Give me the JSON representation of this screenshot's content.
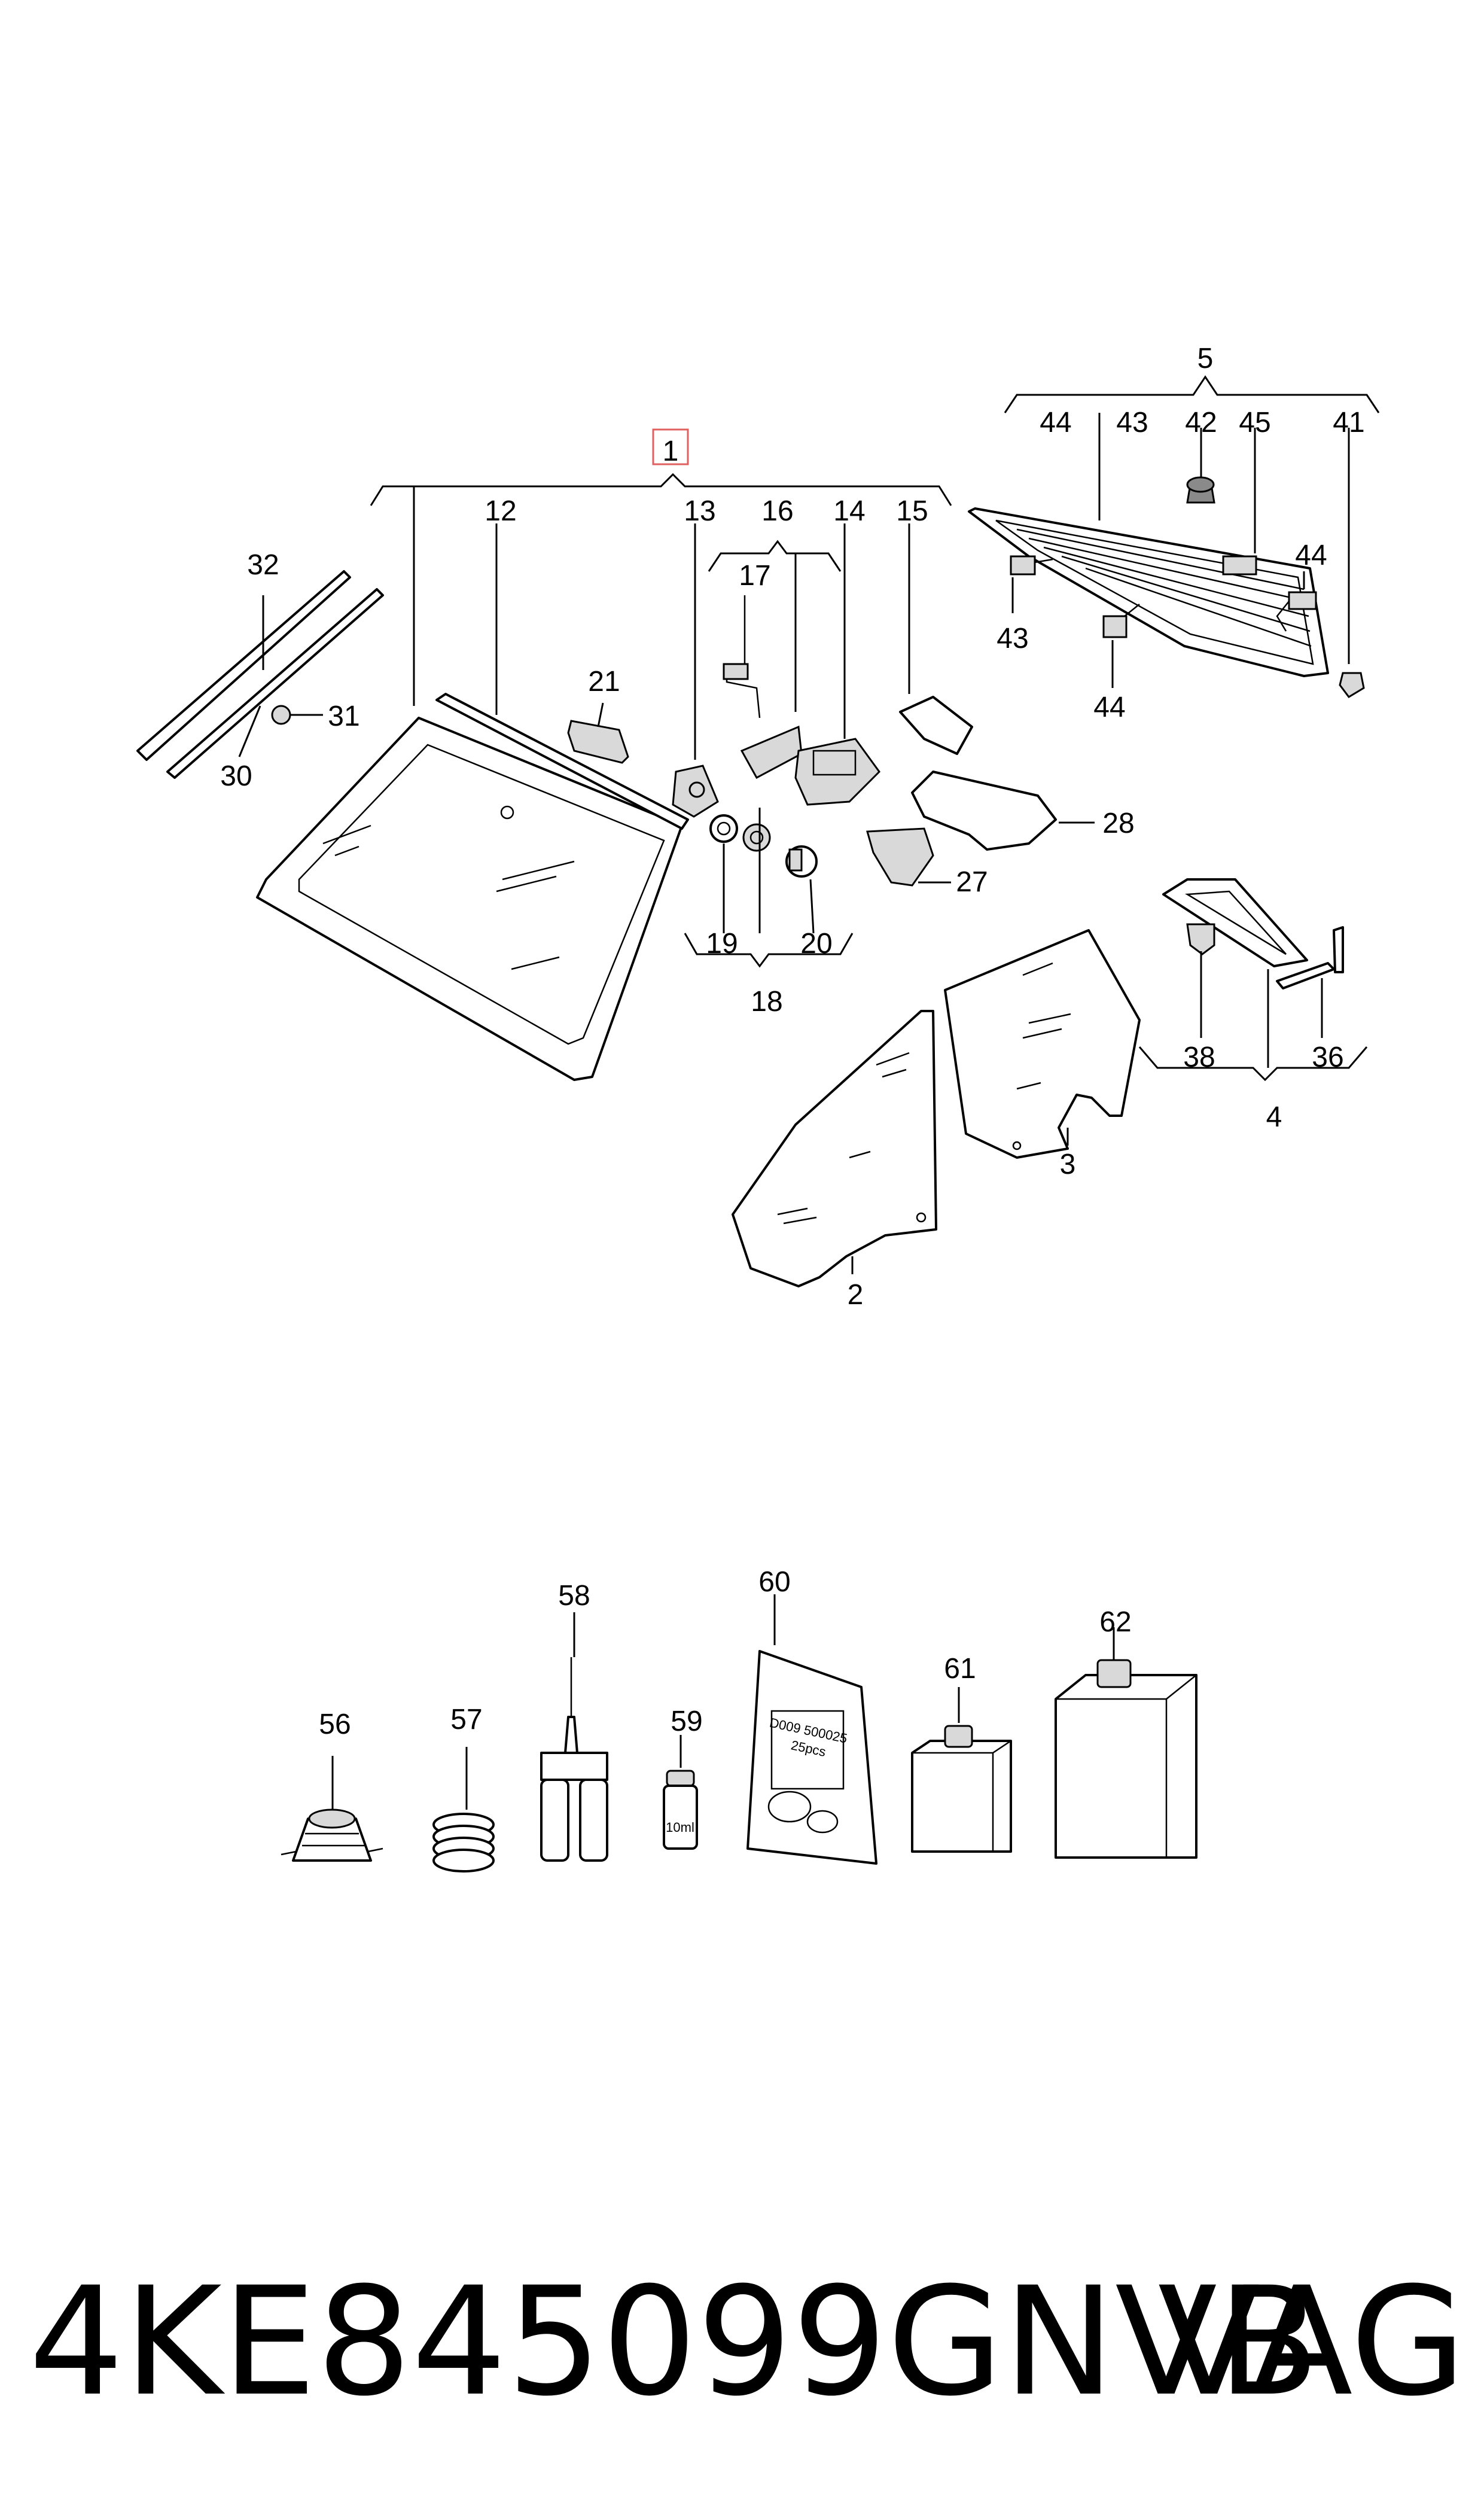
{
  "callouts": {
    "c1": "1",
    "c2": "2",
    "c3": "3",
    "c4": "4",
    "c5": "5",
    "c12": "12",
    "c13": "13",
    "c14": "14",
    "c15": "15",
    "c16": "16",
    "c17": "17",
    "c18": "18",
    "c19": "19",
    "c20": "20",
    "c21": "21",
    "c27": "27",
    "c28": "28",
    "c30": "30",
    "c31": "31",
    "c32": "32",
    "c36": "36",
    "c38": "38",
    "c41": "41",
    "c42": "42",
    "c43a": "43",
    "c43b": "43",
    "c44a": "44",
    "c44b": "44",
    "c44c": "44",
    "c45": "45",
    "c56": "56",
    "c57": "57",
    "c58": "58",
    "c59": "59",
    "c60": "60",
    "c61": "61",
    "c62": "62"
  },
  "labels": {
    "bag_line1": "D009 500025",
    "bag_line2": "25pcs",
    "bottle_volume": "10ml"
  },
  "footer": {
    "part_number": "4KE845099GNVB",
    "brand": "VAG"
  },
  "colors": {
    "highlight_box": "#e06060"
  }
}
